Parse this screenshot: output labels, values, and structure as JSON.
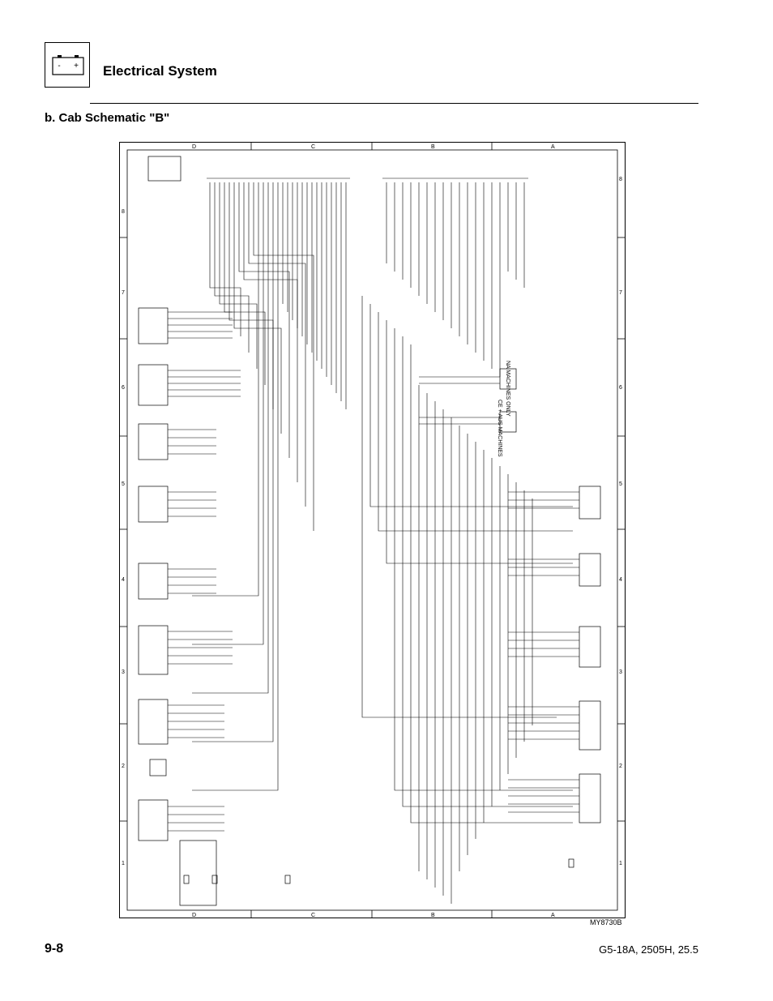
{
  "header": {
    "section_title": "Electrical System",
    "icon": "battery-icon",
    "battery_minus": "-",
    "battery_plus": "+"
  },
  "subsection": {
    "title": "b.   Cab Schematic \"B\""
  },
  "schematic": {
    "zone_letters": [
      "D",
      "C",
      "B",
      "A"
    ],
    "zone_numbers": [
      "1",
      "2",
      "3",
      "4",
      "5",
      "6",
      "7",
      "8"
    ],
    "labels": {
      "na_only": "NA MACHINES ONLY",
      "ce_aus": "CE + AUS MACHINES"
    },
    "figure_id": "MY8730B"
  },
  "footer": {
    "page_number": "9-8",
    "models": "G5-18A, 2505H, 25.5"
  }
}
